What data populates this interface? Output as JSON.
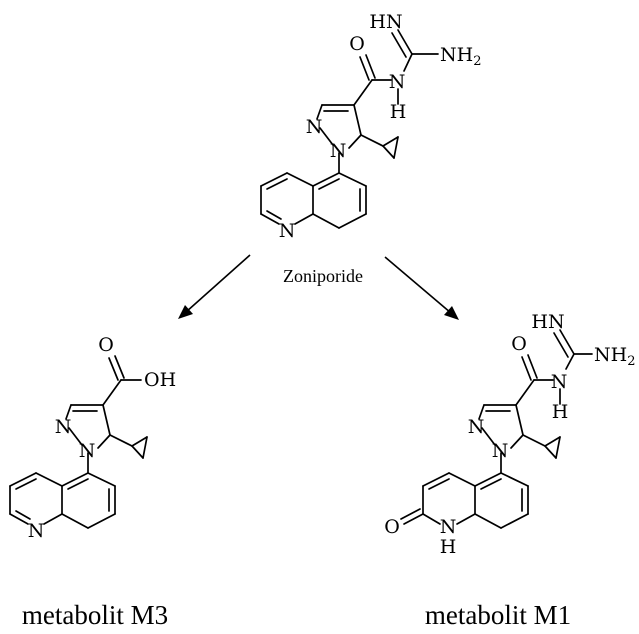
{
  "reaction_scheme": {
    "parent": {
      "name": "Zoniporide"
    },
    "products": [
      {
        "label": "metabolit M3"
      },
      {
        "label": "metabolit M1"
      }
    ]
  },
  "atom_labels": {
    "O": "O",
    "OH": "OH",
    "N": "N",
    "H": "H",
    "HN": "HN",
    "NH": "NH",
    "sub2": "2"
  }
}
